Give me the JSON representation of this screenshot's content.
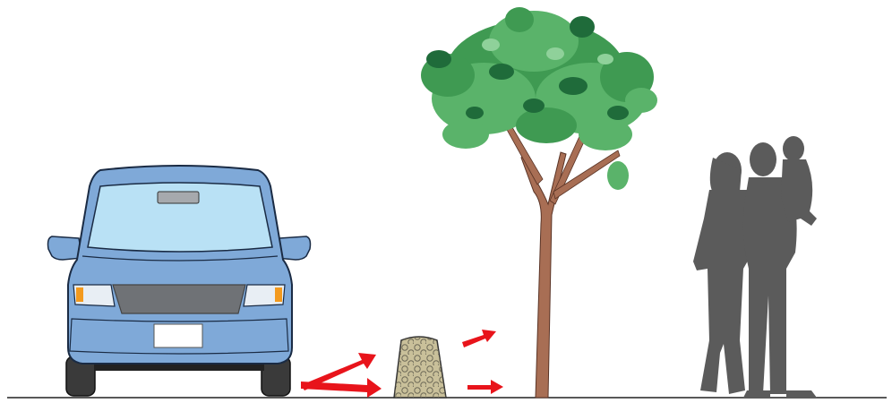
{
  "scene": {
    "objects": [
      "car",
      "car-stop",
      "tree",
      "people"
    ],
    "colors": {
      "car_body": "#7FA9D8",
      "car_outline": "#1a2b44",
      "windshield": "#B9E1F5",
      "grille": "#6f7276",
      "bumper": "#5a6f88",
      "headlight": "#e8eef4",
      "turn_signal": "#f39a1e",
      "tire": "#3a3a3a",
      "arrow": "#e8141b",
      "car_stop": "#c9c09a",
      "car_stop_pattern": "#6e6a58",
      "trunk": "#a86e54",
      "foliage_light": "#5ab36a",
      "foliage_mid": "#3f9a52",
      "foliage_dark": "#1f6b3a",
      "people": "#5b5b5b",
      "ground": "#222222"
    }
  }
}
